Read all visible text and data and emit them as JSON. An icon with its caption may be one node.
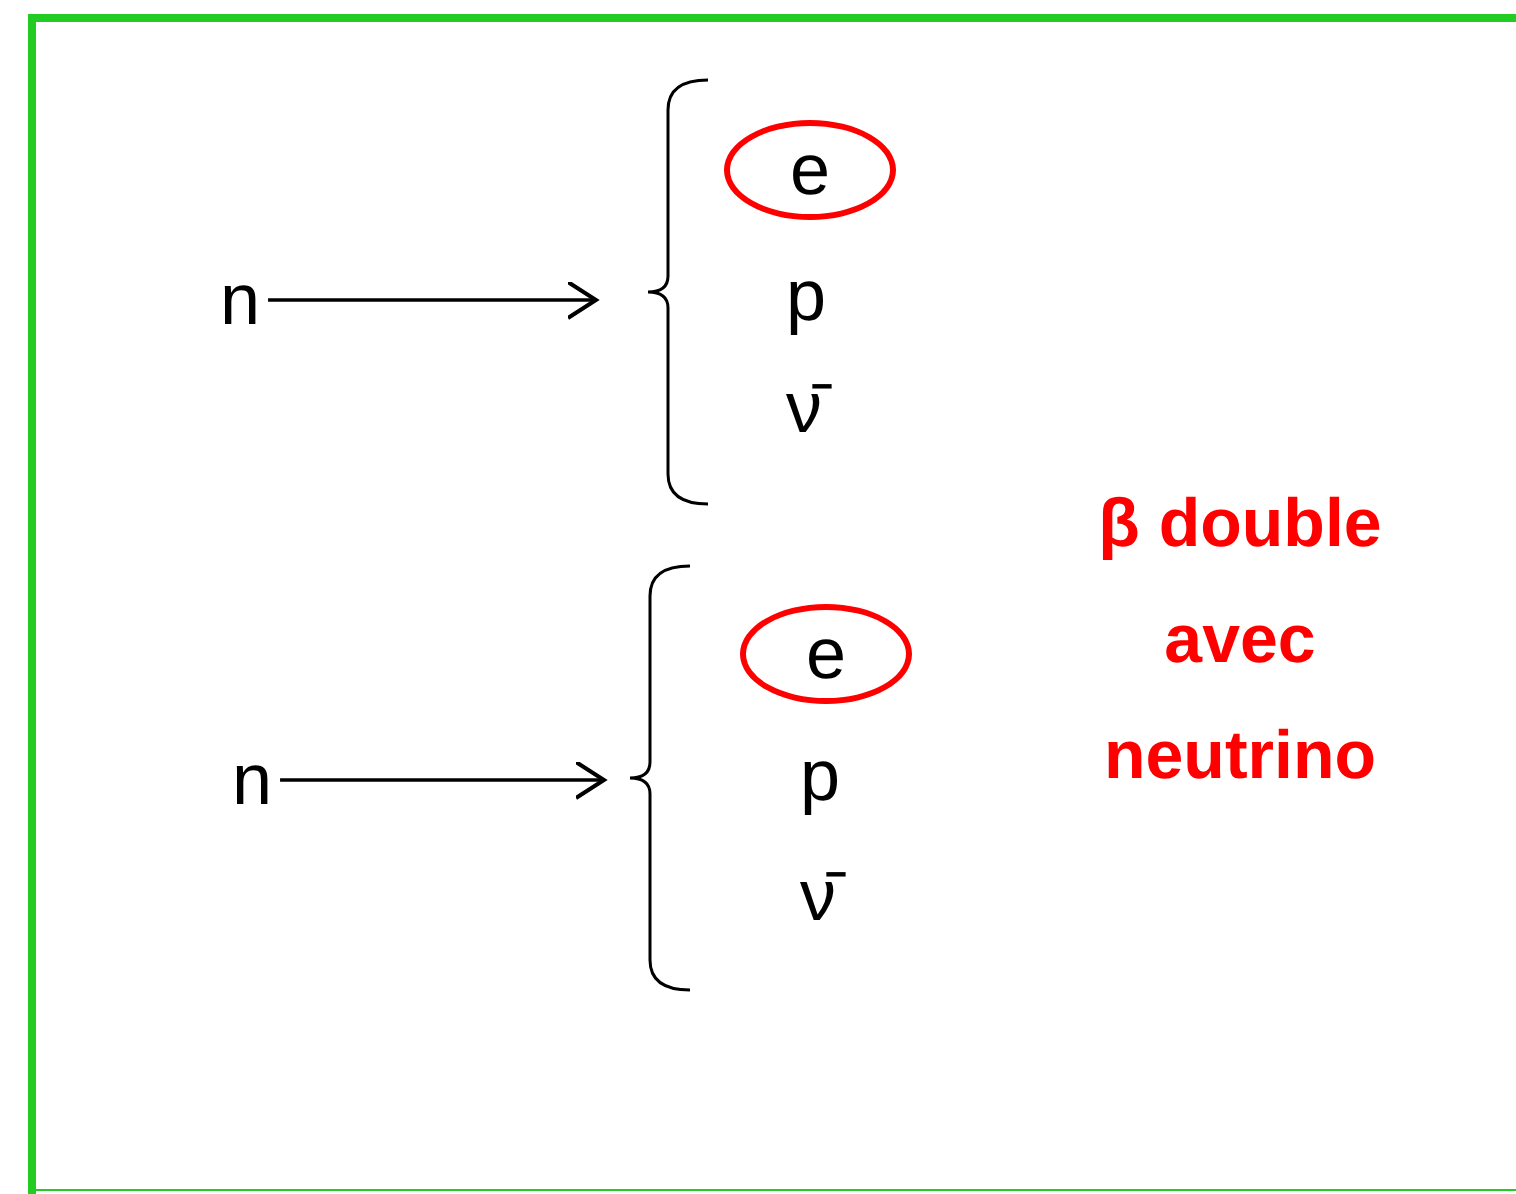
{
  "diagram": {
    "nodes": [
      {
        "text": [
          "n"
        ]
      },
      {
        "text": [],
        "shape": "bracket"
      },
      {
        "text": [
          "e"
        ],
        "in": 1
      },
      {
        "text": [
          "p"
        ],
        "in": 1
      },
      {
        "text": [
          "ν̄"
        ],
        "in": 1
      },
      {
        "text": [
          "n"
        ]
      },
      {
        "text": [],
        "shape": "bracket"
      },
      {
        "text": [
          "e"
        ],
        "in": 6
      },
      {
        "text": [
          "p"
        ],
        "in": 6
      },
      {
        "text": [
          "ν̄"
        ],
        "in": 6
      }
    ],
    "edges": [
      {
        "from": 0,
        "to": 1,
        "arrow": "to"
      },
      {
        "from": 5,
        "to": 6,
        "arrow": "to"
      }
    ],
    "labels": [
      "β double avec neutrino"
    ]
  }
}
